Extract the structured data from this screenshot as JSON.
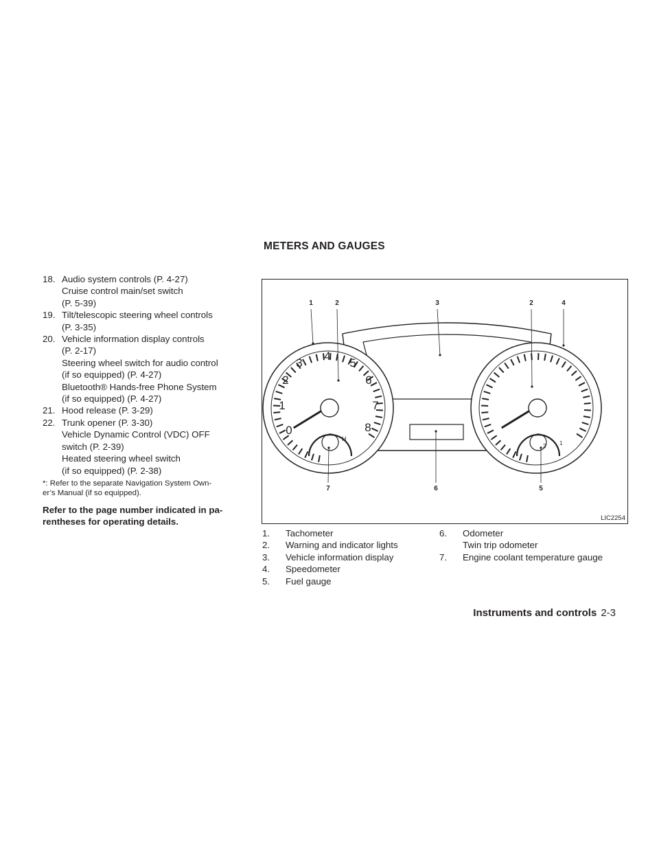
{
  "header": {
    "title": "METERS AND GAUGES"
  },
  "left_list": [
    {
      "num": "18.",
      "lines": [
        "Audio system controls (P. 4-27)",
        "Cruise control main/set switch",
        "(P. 5-39)"
      ]
    },
    {
      "num": "19.",
      "lines": [
        "Tilt/telescopic steering wheel controls",
        "(P. 3-35)"
      ]
    },
    {
      "num": "20.",
      "lines": [
        "Vehicle information display controls",
        "(P. 2-17)",
        "Steering wheel switch for audio control",
        "(if so equipped) (P. 4-27)",
        "Bluetooth® Hands-free Phone System",
        "(if so equipped) (P. 4-27)"
      ]
    },
    {
      "num": "21.",
      "lines": [
        "Hood release (P. 3-29)"
      ]
    },
    {
      "num": "22.",
      "lines": [
        "Trunk opener (P. 3-30)",
        "Vehicle Dynamic Control (VDC) OFF",
        "switch (P. 2-39)",
        "Heated steering wheel switch",
        "(if so equipped) (P. 2-38)"
      ]
    }
  ],
  "footnote": {
    "line1": "*: Refer to the separate Navigation System Own-",
    "line2": "er’s Manual (if so equipped)."
  },
  "note": {
    "line1": "Refer to the page number indicated in pa-",
    "line2": "rentheses for operating details."
  },
  "figure": {
    "id": "LIC2254",
    "callouts_top": [
      "1",
      "2",
      "3",
      "2",
      "4"
    ],
    "callouts_bottom": [
      "7",
      "6",
      "5"
    ],
    "tach_numbers": [
      "0",
      "1",
      "2",
      "3",
      "4",
      "5",
      "6",
      "7",
      "8"
    ],
    "temp_label": "H",
    "fuel_labels": [
      "1",
      "2"
    ]
  },
  "legend_left": [
    {
      "num": "1.",
      "text": "Tachometer"
    },
    {
      "num": "2.",
      "text": "Warning and indicator lights"
    },
    {
      "num": "3.",
      "text": "Vehicle information display"
    },
    {
      "num": "4.",
      "text": "Speedometer"
    },
    {
      "num": "5.",
      "text": "Fuel gauge"
    }
  ],
  "legend_right": [
    {
      "num": "6.",
      "lines": [
        "Odometer",
        "Twin trip odometer"
      ]
    },
    {
      "num": "7.",
      "lines": [
        "Engine coolant temperature gauge"
      ]
    }
  ],
  "footer": {
    "section": "Instruments and controls",
    "page": "2-3"
  }
}
